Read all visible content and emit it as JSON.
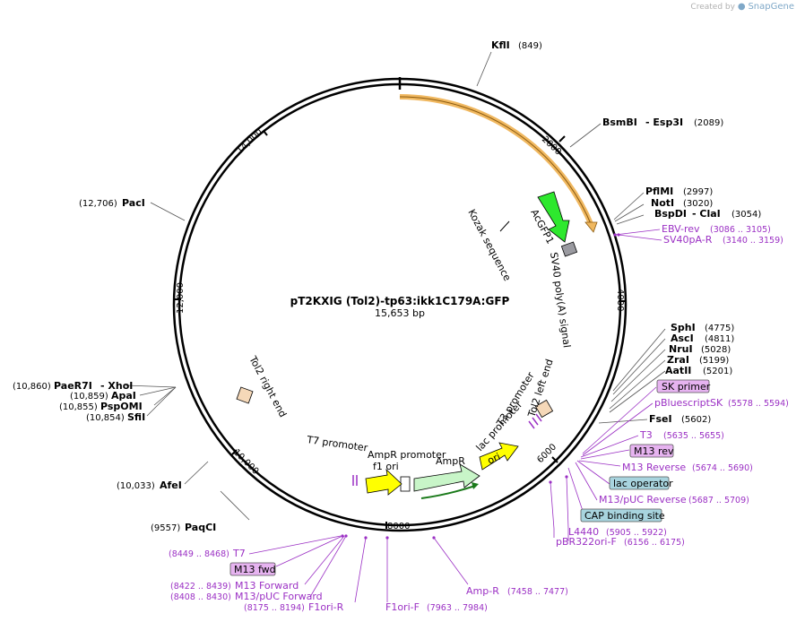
{
  "brand": {
    "created_by": "Created by",
    "app": "SnapGene"
  },
  "plasmid": {
    "name": "pT2KXIG (Tol2)-tp63:ikk1C179A:GFP",
    "length": "15,653 bp"
  },
  "ticks": [
    "2000",
    "4000",
    "6000",
    "8000",
    "10,000",
    "12,000",
    "14,000"
  ],
  "enzymes": [
    {
      "name": "KflI",
      "pos": "(849)"
    },
    {
      "name": "BsmBI",
      "name2": "- Esp3I",
      "pos": "(2089)"
    },
    {
      "name": "PflMI",
      "pos": "(2997)"
    },
    {
      "name": "NotI",
      "pos": "(3020)"
    },
    {
      "name": "BspDI",
      "name2": "- ClaI",
      "pos": "(3054)"
    },
    {
      "name": "SphI",
      "pos": "(4775)"
    },
    {
      "name": "AscI",
      "pos": "(4811)"
    },
    {
      "name": "NruI",
      "pos": "(5028)"
    },
    {
      "name": "ZraI",
      "pos": "(5199)"
    },
    {
      "name": "AatII",
      "pos": "(5201)"
    },
    {
      "name": "FseI",
      "pos": "(5602)"
    },
    {
      "name": "PaqCI",
      "pos": "(9557)"
    },
    {
      "name": "AfeI",
      "pos": "(10,033)"
    },
    {
      "name": "SfiI",
      "pos": "(10,854)"
    },
    {
      "name": "PspOMI",
      "pos": "(10,855)"
    },
    {
      "name": "ApaI",
      "pos": "(10,859)"
    },
    {
      "name": "PaeR7I",
      "name2": "- XhoI",
      "pos": "(10,860)"
    },
    {
      "name": "PacI",
      "pos": "(12,706)"
    }
  ],
  "primers": [
    {
      "name": "EBV-rev",
      "pos": "(3086 .. 3105)"
    },
    {
      "name": "SV40pA-R",
      "pos": "(3140 .. 3159)"
    },
    {
      "name": "SK primer",
      "pos": ""
    },
    {
      "name": "pBluescriptSK",
      "pos": "(5578 .. 5594)"
    },
    {
      "name": "T3",
      "pos": "(5635 .. 5655)"
    },
    {
      "name": "M13 rev",
      "pos": ""
    },
    {
      "name": "M13 Reverse",
      "pos": "(5674 .. 5690)"
    },
    {
      "name": "M13/pUC Reverse",
      "pos": "(5687 .. 5709)"
    },
    {
      "name": "L4440",
      "pos": "(5905 .. 5922)"
    },
    {
      "name": "pBR322ori-F",
      "pos": "(6156 .. 6175)"
    },
    {
      "name": "Amp-R",
      "pos": "(7458 .. 7477)"
    },
    {
      "name": "F1ori-F",
      "pos": "(7963 .. 7984)"
    },
    {
      "name": "F1ori-R",
      "pos": "(8175 .. 8194)"
    },
    {
      "name": "M13/pUC Forward",
      "pos": "(8408 .. 8430)"
    },
    {
      "name": "M13 Forward",
      "pos": "(8422 .. 8439)"
    },
    {
      "name": "M13 fwd",
      "pos": ""
    },
    {
      "name": "T7",
      "pos": "(8449 .. 8468)"
    }
  ],
  "boxed_features": [
    {
      "name": "lac operator"
    },
    {
      "name": "CAP binding site"
    }
  ],
  "features": {
    "kozak": "Kozak sequence",
    "acgfp1": "AcGFP1",
    "sv40": "SV40 poly(A) signal",
    "tol2_left": "Tol2 left end",
    "tol2_right": "Tol2 right end",
    "t3_promoter": "T3 promoter",
    "lac_promoter": "lac promoter",
    "ori": "ori",
    "ampr": "AmpR",
    "ampr_promoter": "AmpR promoter",
    "f1_ori": "f1 ori",
    "t7_promoter": "T7 promoter"
  },
  "colors": {
    "primer": "#9b30c4",
    "acgfp1": "#2ee82e",
    "orange_feature": "#f0b860",
    "ori": "#ffff00",
    "f1ori": "#ffff00",
    "ampr": "#c8f5c8",
    "lac_operator_bg": "#a8d4de",
    "primer_box_bg": "#e6b3f0"
  }
}
